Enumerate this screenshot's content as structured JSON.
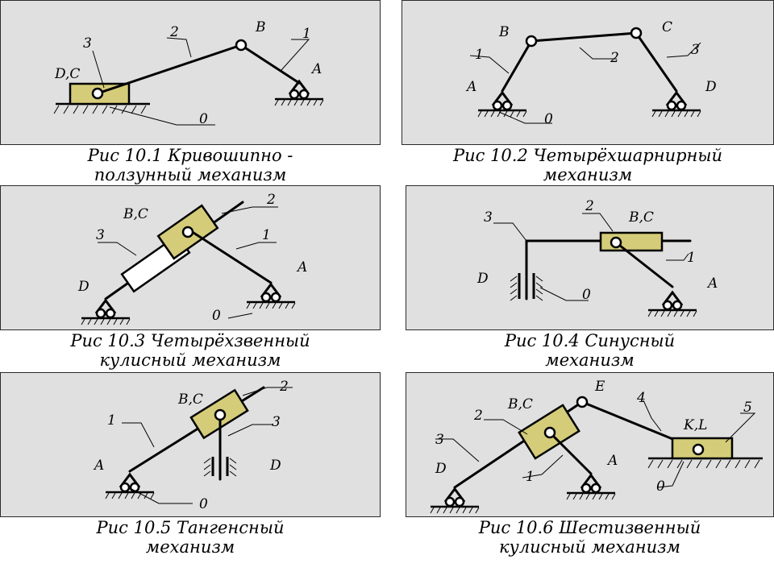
{
  "figures": [
    {
      "caption_line1": "Рис  10.1 Кривошипно -",
      "caption_line2": "ползунный механизм",
      "labels": {
        "link3": "3",
        "joint_dc": "D,C",
        "link2": "2",
        "joint_b": "B",
        "link1": "1",
        "joint_a": "A",
        "ground": "0"
      }
    },
    {
      "caption_line1": "Рис  10.2 Четырёхшарнирный",
      "caption_line2": "механизм",
      "labels": {
        "joint_b": "B",
        "joint_c": "C",
        "link1": "1",
        "link2": "2",
        "link3": "3",
        "joint_a": "A",
        "joint_d": "D",
        "ground": "0"
      }
    },
    {
      "caption_line1": "Рис  10.3 Четырёхзвенный",
      "caption_line2": "кулисный механизм",
      "labels": {
        "joint_bc": "B,C",
        "link2": "2",
        "link3": "3",
        "link1": "1",
        "joint_a": "A",
        "joint_d": "D",
        "ground": "0"
      }
    },
    {
      "caption_line1": "Рис  10.4 Синусный",
      "caption_line2": "механизм",
      "labels": {
        "link3": "3",
        "link2": "2",
        "joint_bc": "B,C",
        "link1": "1",
        "joint_d": "D",
        "ground": "0",
        "joint_a": "A"
      }
    },
    {
      "caption_line1": "Рис  10.5 Тангенсный",
      "caption_line2": "механизм",
      "labels": {
        "joint_bc": "B,C",
        "link2": "2",
        "link1": "1",
        "link3": "3",
        "joint_a": "A",
        "joint_d": "D",
        "ground": "0"
      }
    },
    {
      "caption_line1": "Рис  10.6 Шестизвенный",
      "caption_line2": "кулисный механизм",
      "labels": {
        "joint_e": "E",
        "link4": "4",
        "joint_kl": "K,L",
        "link5": "5",
        "joint_bc": "B,C",
        "link2": "2",
        "link3": "3",
        "joint_d": "D",
        "joint_a": "A",
        "link1": "1",
        "ground": "0"
      }
    }
  ],
  "colors": {
    "panel_bg": "#e0e0e0",
    "slider_fill": "#d4cc78",
    "line": "#000000"
  }
}
